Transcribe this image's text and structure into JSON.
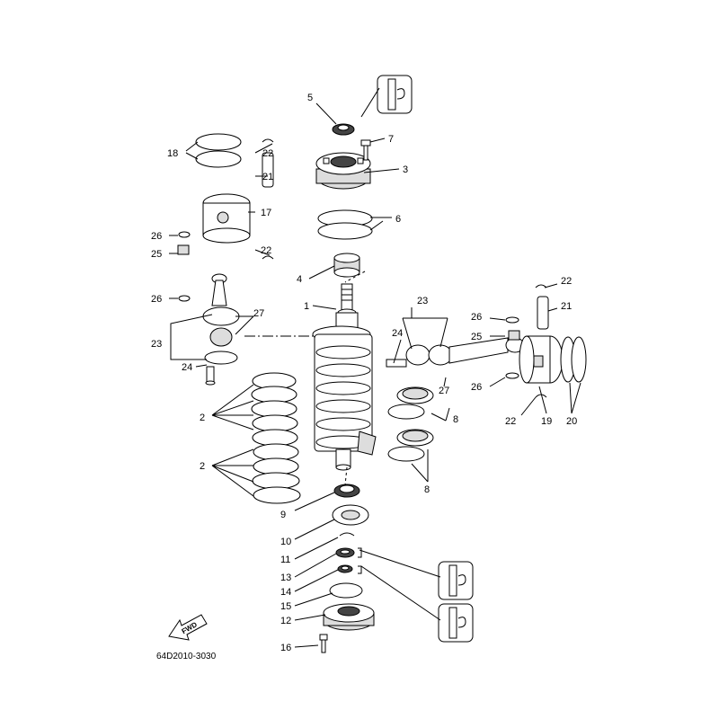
{
  "diagram_code": "64D2010-3030",
  "forward_label": "FWD",
  "callouts": [
    "1",
    "2",
    "2",
    "3",
    "4",
    "5",
    "6",
    "7",
    "8",
    "8",
    "9",
    "10",
    "11",
    "12",
    "13",
    "14",
    "15",
    "16",
    "17",
    "18",
    "19",
    "20",
    "21",
    "21",
    "22",
    "22",
    "22",
    "22",
    "23",
    "23",
    "24",
    "24",
    "25",
    "25",
    "26",
    "26",
    "26",
    "26",
    "27",
    "27"
  ]
}
